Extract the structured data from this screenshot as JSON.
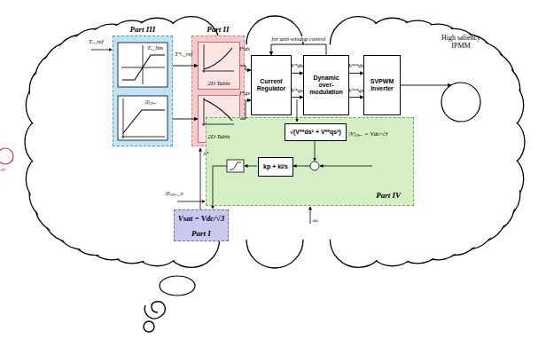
{
  "diagram": {
    "nodes": [
      {
        "text": [
          "Part III"
        ]
      },
      {
        "text": [
          "Part II"
        ]
      },
      {
        "text": [
          "2D Table"
        ],
        "in": 1
      },
      {
        "text": [
          "2D Table"
        ],
        "in": 1
      },
      {
        "text": [
          "Current Regulator"
        ]
      },
      {
        "text": [
          "Dynamic over-modulation"
        ]
      },
      {
        "text": [
          "SVPWM Inverter"
        ]
      },
      {
        "text": [
          "High saliency IPMM"
        ]
      },
      {
        "text": [
          "Part IV"
        ]
      },
      {
        "text": [
          "√(V**ds² + V**qs²)"
        ],
        "in": 8
      },
      {
        "text": [
          "kp + ki/s"
        ],
        "in": 8
      },
      {
        "text": [
          "Vsat = Vdc/√3",
          "Part I"
        ]
      }
    ],
    "edges": [
      {
        "from": 0,
        "to": 2,
        "arrow": "to"
      },
      {
        "from": 0,
        "to": 3,
        "arrow": "to"
      },
      {
        "from": 2,
        "to": 4,
        "arrow": "to"
      },
      {
        "from": 3,
        "to": 4,
        "arrow": "to"
      },
      {
        "from": 4,
        "to": 5,
        "arrow": "to"
      },
      {
        "from": 4,
        "to": 5,
        "arrow": "to"
      },
      {
        "from": 5,
        "to": 6,
        "arrow": "to"
      },
      {
        "from": 5,
        "to": 6,
        "arrow": "to"
      },
      {
        "from": 6,
        "to": 7,
        "arrow": "to"
      },
      {
        "from": 5,
        "to": 4,
        "label": "for anti-windup control",
        "arrow": "to"
      }
    ],
    "labels": [
      "Tₑ_ref",
      "T*ₑ_ref",
      "Tₑ_lim",
      "|I|ₘₐₓ",
      "I*ds",
      "I*qs",
      "V*ds",
      "V*qs",
      "V**ds",
      "V**qs",
      "λ*",
      "|I|ₘₐₓ_s",
      "ωᵣ",
      "|V|ₘₐₓ = Vdc/√3",
      "er"
    ]
  }
}
